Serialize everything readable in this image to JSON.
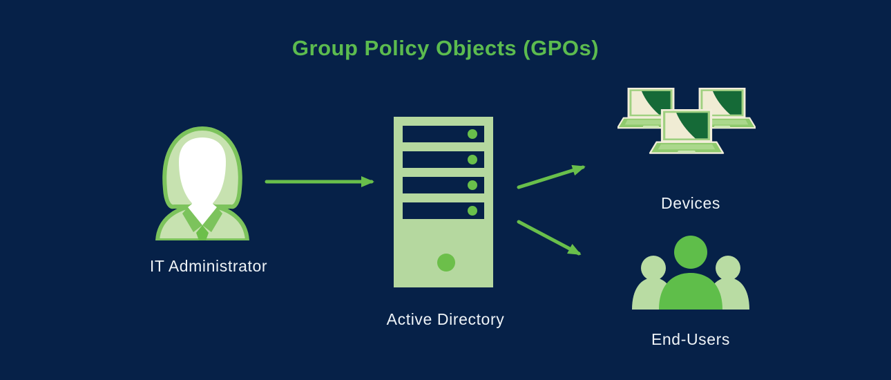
{
  "title": "Group Policy Objects (GPOs)",
  "nodes": {
    "admin": {
      "label": "IT Administrator",
      "icon": "person-icon"
    },
    "server": {
      "label": "Active Directory",
      "icon": "server-icon"
    },
    "devices": {
      "label": "Devices",
      "icon": "laptops-icon"
    },
    "users": {
      "label": "End-Users",
      "icon": "users-icon"
    }
  },
  "connections": [
    {
      "from": "admin",
      "to": "server"
    },
    {
      "from": "server",
      "to": "devices"
    },
    {
      "from": "server",
      "to": "users"
    }
  ],
  "colors": {
    "background": "#062148",
    "title_green": "#5cbb4f",
    "arrow_green": "#69bf4b",
    "label_text": "#eef3f7",
    "icon_light_green": "#c7e2b0",
    "icon_medium_green": "#7cc35c",
    "icon_bright_green": "#5fbe4a",
    "server_body_green": "#b5d89f",
    "laptop_cream": "#f2eeda",
    "laptop_screen_dark_green": "#156a37"
  }
}
